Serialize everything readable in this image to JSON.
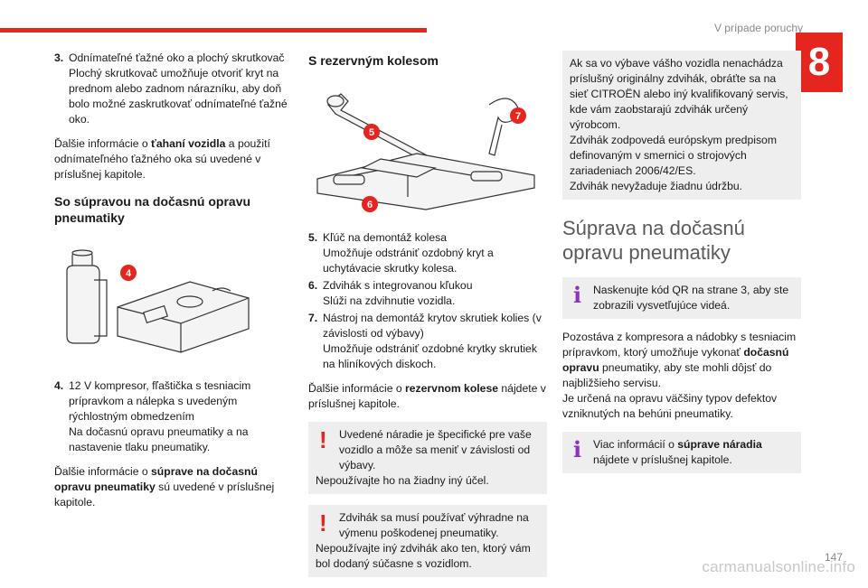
{
  "header": {
    "running_head": "V prípade poruchy",
    "chapter": "8"
  },
  "col1": {
    "item3": {
      "num": "3.",
      "lines": [
        "Odnímateľné ťažné oko a plochý skrutkovač",
        "Plochý skrutkovač umožňuje otvoriť kryt na",
        "prednom alebo zadnom nárazníku, aby doň",
        "bolo možné zaskrutkovať odnímateľné ťažné",
        "oko."
      ]
    },
    "para1": {
      "pre": "Ďalšie informácie o ",
      "bold": "ťahaní vozidla",
      "post": " a použití odnímateľného ťažného oka sú uvedené v príslušnej kapitole."
    },
    "heading": "So súpravou na dočasnú opravu pneumatiky",
    "figure_badge": "4",
    "item4": {
      "num": "4.",
      "lines": [
        "12 V kompresor, fľaštička s tesniacim",
        "prípravkom a nálepka s uvedeným",
        "rýchlostným obmedzením",
        "Na dočasnú opravu pneumatiky a na",
        "nastavenie tlaku pneumatiky."
      ]
    },
    "para2": {
      "pre": "Ďalšie informácie o ",
      "bold": "súprave na dočasnú opravu pneumatiky",
      "post": " sú uvedené v príslušnej kapitole."
    }
  },
  "col2": {
    "heading": "S rezervným kolesom",
    "badges": [
      "5",
      "6",
      "7"
    ],
    "items": [
      {
        "num": "5.",
        "lines": [
          "Kľúč na demontáž kolesa",
          "Umožňuje odstrániť ozdobný kryt a",
          "uchytávacie skrutky kolesa."
        ]
      },
      {
        "num": "6.",
        "lines": [
          "Zdvihák s integrovanou kľukou",
          "Slúži na zdvihnutie vozidla."
        ]
      },
      {
        "num": "7.",
        "lines": [
          "Nástroj na demontáž krytov skrutiek kolies (v",
          "závislosti od výbavy)",
          "Umožňuje odstrániť ozdobné krytky skrutiek",
          "na hliníkových diskoch."
        ]
      }
    ],
    "para": {
      "pre": "Ďalšie informácie o ",
      "bold": "rezervnom kolese",
      "post": " nájdete v príslušnej kapitole."
    },
    "warn1": {
      "icon": "!",
      "first": "Uvedené náradie je špecifické pre vaše",
      "rest": "vozidlo a môže sa meniť v závislosti od výbavy.",
      "line2": "Nepoužívajte ho na žiadny iný účel."
    },
    "warn2": {
      "icon": "!",
      "first": "Zdvihák sa musí používať výhradne na",
      "rest": "výmenu poškodenej pneumatiky.",
      "line2": "Nepoužívajte iný zdvihák ako ten, ktorý vám bol dodaný súčasne s vozidlom."
    }
  },
  "col3": {
    "box": [
      "Ak sa vo výbave vášho vozidla nenachádza príslušný originálny zdvihák, obráťte sa na sieť CITROËN alebo iný kvalifikovaný servis, kde vám zaobstarajú zdvihák určený výrobcom.",
      "Zdvihák zodpovedá európskym predpisom definovaným v smernici o strojových zariadeniach 2006/42/ES.",
      "Zdvihák nevyžaduje žiadnu údržbu."
    ],
    "title": "Súprava na dočasnú opravu pneumatiky",
    "info1": {
      "icon": "i",
      "text": "Naskenujte kód QR na strane 3, aby ste zobrazili vysvetľujúce videá."
    },
    "para": {
      "pre": "Pozostáva z kompresora a nádobky s tesniacim prípravkom, ktorý umožňuje vykonať ",
      "bold": "dočasnú opravu",
      "post": " pneumatiky, aby ste mohli dôjsť do najbližšieho servisu.",
      "line2": "Je určená na opravu väčšiny typov defektov vzniknutých na behúni pneumatiky."
    },
    "info2": {
      "icon": "i",
      "pre": "Viac informácií o ",
      "bold": "súprave náradia",
      "post": " nájdete v príslušnej kapitole."
    }
  },
  "footer": {
    "page": "147",
    "watermark": "carmanualsonline.info"
  }
}
